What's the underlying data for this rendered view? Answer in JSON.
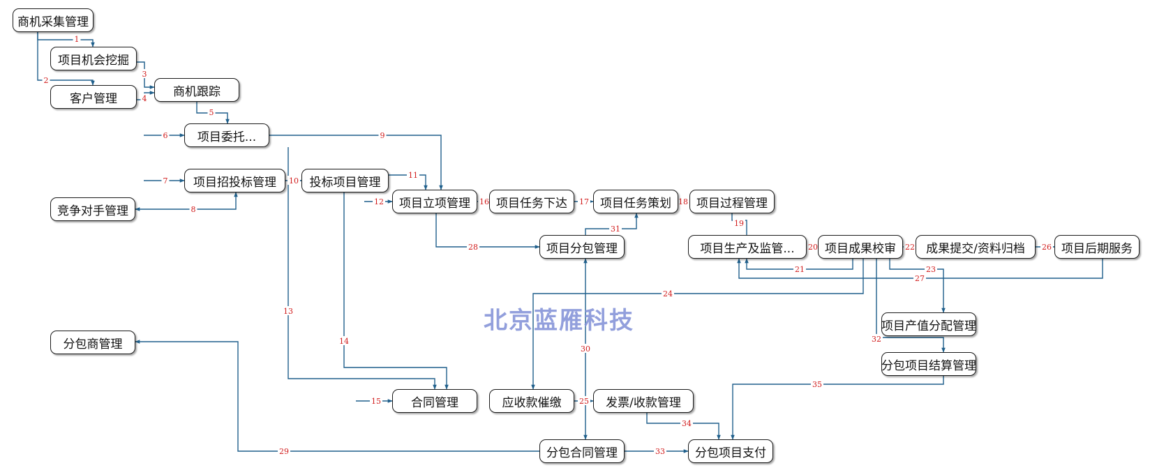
{
  "watermark": "北京蓝雁科技",
  "nodes": {
    "n_opp_collect": "商机采集管理",
    "n_proj_mining": "项目机会挖掘",
    "n_customer": "客户管理",
    "n_opp_track": "商机跟踪",
    "n_proj_entrust": "项目委托...",
    "n_proj_bid": "项目招投标管理",
    "n_competitor": "竞争对手管理",
    "n_bid_proj": "投标项目管理",
    "n_proj_setup": "项目立项管理",
    "n_task_issue": "项目任务下达",
    "n_task_plan": "项目任务策划",
    "n_process": "项目过程管理",
    "n_subcontract": "项目分包管理",
    "n_production": "项目生产及监管...",
    "n_result_check": "项目成果校审",
    "n_result_submit": "成果提交/资料归档",
    "n_after_service": "项目后期服务",
    "n_value_alloc": "项目产值分配管理",
    "n_sub_settle": "分包项目结算管理",
    "n_subcontractor": "分包商管理",
    "n_contract": "合同管理",
    "n_receivable": "应收款催缴",
    "n_invoice": "发票/收款管理",
    "n_sub_contract": "分包合同管理",
    "n_sub_payment": "分包项目支付"
  },
  "edge_labels": [
    "1",
    "2",
    "3",
    "4",
    "5",
    "6",
    "7",
    "8",
    "9",
    "10",
    "11",
    "12",
    "13",
    "14",
    "15",
    "16",
    "17",
    "18",
    "19",
    "20",
    "21",
    "22",
    "23",
    "24",
    "25",
    "26",
    "27",
    "28",
    "29",
    "30",
    "31",
    "32",
    "33",
    "34",
    "35"
  ],
  "colors": {
    "connector": "#1f5f8b",
    "label": "#d11a1a",
    "node_border": "#1a1a1a",
    "watermark": "#7f8fd6"
  }
}
